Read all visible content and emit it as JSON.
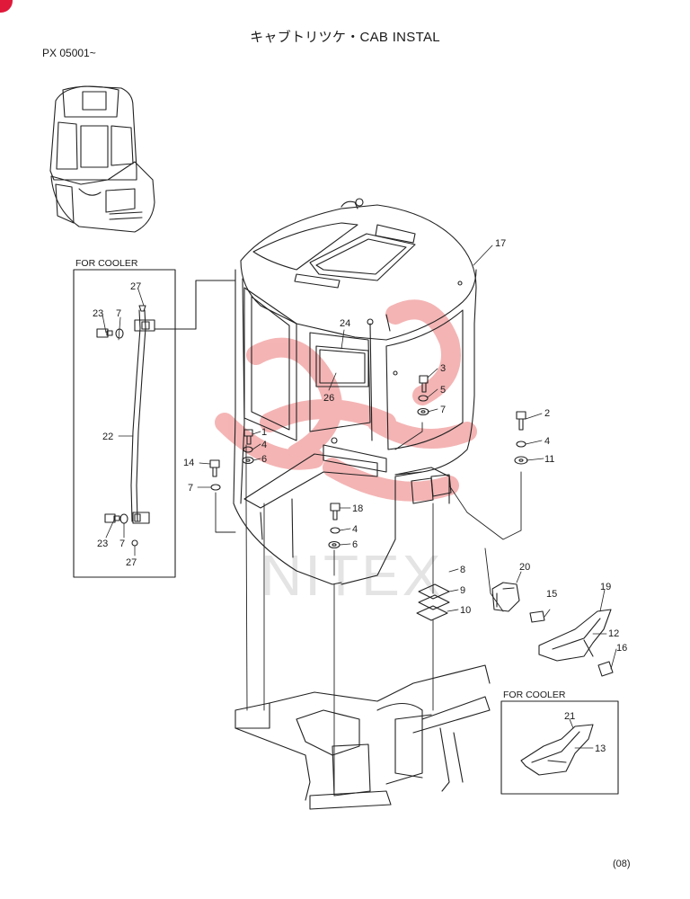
{
  "page": {
    "title": "キャブトリツケ・CAB INSTAL",
    "serial": "PX 05001~",
    "page_number": "(08)",
    "watermark_text": "NITEX",
    "accent_color": "#e0193a"
  },
  "boxes": {
    "left_label": "FOR COOLER",
    "right_label": "FOR COOLER"
  },
  "callouts": {
    "c1": "1",
    "c2": "2",
    "c3": "3",
    "c4a": "4",
    "c4b": "4",
    "c4c": "4",
    "c5": "5",
    "c6a": "6",
    "c6b": "6",
    "c7a": "7",
    "c7b": "7",
    "c7c": "7",
    "c7d": "7",
    "c8": "8",
    "c9": "9",
    "c10": "10",
    "c11": "11",
    "c12": "12",
    "c13": "13",
    "c14": "14",
    "c15": "15",
    "c16": "16",
    "c17": "17",
    "c18": "18",
    "c19": "19",
    "c20": "20",
    "c21": "21",
    "c22": "22",
    "c23a": "23",
    "c23b": "23",
    "c24": "24",
    "c26": "26",
    "c27a": "27",
    "c27b": "27"
  }
}
